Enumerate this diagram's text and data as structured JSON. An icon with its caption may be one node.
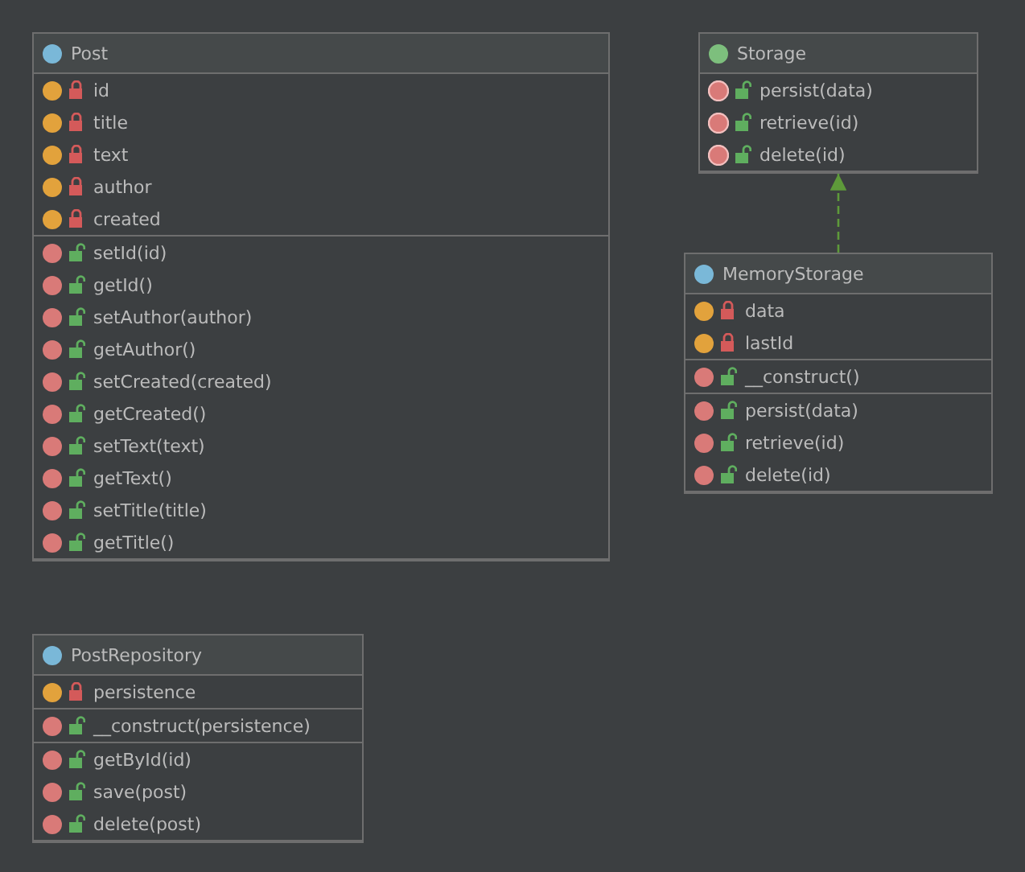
{
  "diagram": {
    "nodes": [
      {
        "text": [
          "Post",
          "id",
          "title",
          "text",
          "author",
          "created",
          "setId(id)",
          "getId()",
          "setAuthor(author)",
          "getAuthor()",
          "setCreated(created)",
          "getCreated()",
          "setText(text)",
          "getText()",
          "setTitle(title)",
          "getTitle()"
        ]
      },
      {
        "text": [
          "Storage",
          "persist(data)",
          "retrieve(id)",
          "delete(id)"
        ]
      },
      {
        "text": [
          "MemoryStorage",
          "data",
          "lastId",
          "__construct()",
          "persist(data)",
          "retrieve(id)",
          "delete(id)"
        ]
      },
      {
        "text": [
          "PostRepository",
          "persistence",
          "__construct(persistence)",
          "getById(id)",
          "save(post)",
          "delete(post)"
        ]
      }
    ],
    "edges": [
      {
        "from": 2,
        "to": 1,
        "arrow": "to",
        "style": "dashed"
      }
    ]
  }
}
